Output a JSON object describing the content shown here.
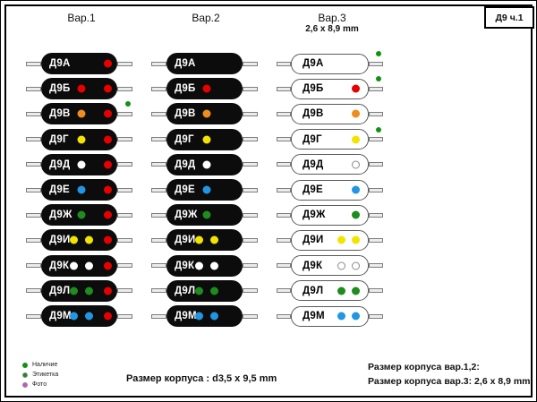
{
  "doc_label": "Д9 ч.1",
  "columns": [
    {
      "id": "v1",
      "label": "Вар.1",
      "sublabel": ""
    },
    {
      "id": "v2",
      "label": "Вар.2",
      "sublabel": ""
    },
    {
      "id": "v3",
      "label": "Вар.3",
      "sublabel": "2,6 x 8,9 mm"
    }
  ],
  "colors": {
    "red": "#e60000",
    "orange": "#ee8c1e",
    "yellow": "#f2e400",
    "white": "#ffffff",
    "blue": "#2196e3",
    "green": "#1e8c1e",
    "avail_green": "#129212",
    "magenta": "#cf4fcf",
    "body_black": "#0c0c0c",
    "body_white": "#ffffff"
  },
  "rows": [
    {
      "name": "Д9А",
      "marks": [],
      "v1_end_dot": "red",
      "avail": [
        "v3"
      ]
    },
    {
      "name": "Д9Б",
      "marks": [
        "red"
      ],
      "v1_end_dot": "red",
      "avail": [
        "v3"
      ]
    },
    {
      "name": "Д9В",
      "marks": [
        "orange"
      ],
      "v1_end_dot": "red",
      "avail": [
        "v1"
      ]
    },
    {
      "name": "Д9Г",
      "marks": [
        "yellow"
      ],
      "v1_end_dot": "red",
      "avail": [
        "v3"
      ]
    },
    {
      "name": "Д9Д",
      "marks": [
        "white"
      ],
      "v1_end_dot": "red",
      "avail": []
    },
    {
      "name": "Д9Е",
      "marks": [
        "blue"
      ],
      "v1_end_dot": "red",
      "avail": []
    },
    {
      "name": "Д9Ж",
      "marks": [
        "green"
      ],
      "v1_end_dot": "red",
      "avail": []
    },
    {
      "name": "Д9И",
      "marks": [
        "yellow",
        "yellow"
      ],
      "v1_end_dot": "red",
      "avail": []
    },
    {
      "name": "Д9К",
      "marks": [
        "white",
        "white"
      ],
      "v1_end_dot": "red",
      "avail": []
    },
    {
      "name": "Д9Л",
      "marks": [
        "green",
        "green"
      ],
      "v1_end_dot": "red",
      "avail": []
    },
    {
      "name": "Д9М",
      "marks": [
        "blue",
        "blue"
      ],
      "v1_end_dot": "red",
      "avail": []
    }
  ],
  "legend": [
    {
      "label": "Наличие",
      "style": "solid",
      "color": "avail_green"
    },
    {
      "label": "Этикетка",
      "style": "ring",
      "color": "avail_green"
    },
    {
      "label": "Фото",
      "style": "ring",
      "color": "magenta"
    }
  ],
  "footer": {
    "case_size_v12_label": "Размер корпуса : d3,5 x 9,5 mm",
    "right_line1": "Размер корпуса вар.1,2:",
    "right_line2": "Размер корпуса вар.3: 2,6 x 8,9 mm"
  }
}
